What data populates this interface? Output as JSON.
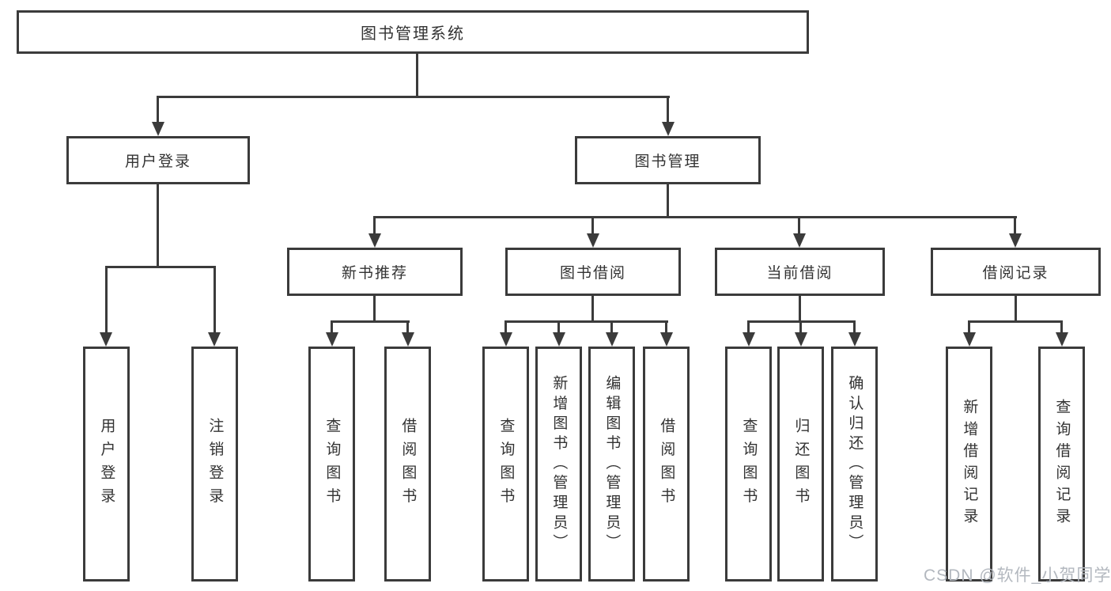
{
  "diagram_title": "图书管理系统",
  "nodes": {
    "root": "图书管理系统",
    "level2": [
      "用户登录",
      "图书管理"
    ],
    "level3": [
      "新书推荐",
      "图书借阅",
      "当前借阅",
      "借阅记录"
    ],
    "leaves": {
      "user_login": [
        "用户登录",
        "注销登录"
      ],
      "new_book": [
        "查询图书",
        "借阅图书"
      ],
      "book_borrow": [
        "查询图书",
        "新增图书（管理员）",
        "编辑图书（管理员）",
        "借阅图书"
      ],
      "current_borrow": [
        "查询图书",
        "归还图书",
        "确认归还（管理员）"
      ],
      "borrow_record": [
        "新增借阅记录",
        "查询借阅记录"
      ]
    }
  },
  "watermark": "CSDN @软件_小贺同学",
  "colors": {
    "line": "#3b3b3b",
    "box_border": "#3b3b3b",
    "box_fill": "#ffffff",
    "text": "#333333",
    "watermark": "#b3b8bf",
    "background": "#ffffff"
  }
}
